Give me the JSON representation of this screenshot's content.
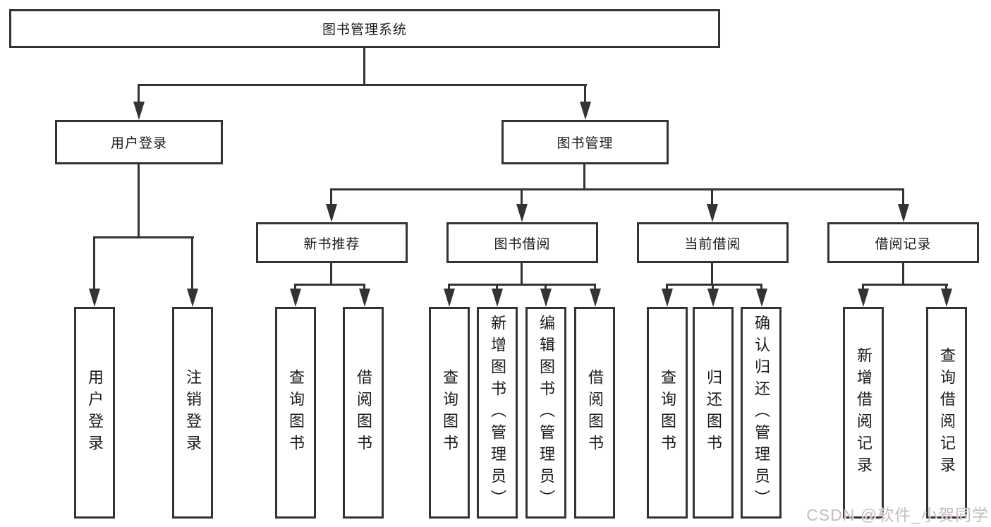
{
  "diagram": {
    "root": {
      "label": "图书管理系统"
    },
    "children": [
      {
        "label": "用户登录",
        "children": [
          {
            "label": "用户登录"
          },
          {
            "label": "注销登录"
          }
        ]
      },
      {
        "label": "图书管理",
        "children": [
          {
            "label": "新书推荐",
            "children": [
              {
                "label": "查询图书"
              },
              {
                "label": "借阅图书"
              }
            ]
          },
          {
            "label": "图书借阅",
            "children": [
              {
                "label": "查询图书"
              },
              {
                "label": "新增图书（管理员）"
              },
              {
                "label": "编辑图书（管理员）"
              },
              {
                "label": "借阅图书"
              }
            ]
          },
          {
            "label": "当前借阅",
            "children": [
              {
                "label": "查询图书"
              },
              {
                "label": "归还图书"
              },
              {
                "label": "确认归还（管理员）"
              }
            ]
          },
          {
            "label": "借阅记录",
            "children": [
              {
                "label": "新增借阅记录"
              },
              {
                "label": "查询借阅记录"
              }
            ]
          }
        ]
      }
    ]
  },
  "watermark": {
    "text": "CSDN @软件_小贺同学"
  },
  "colors": {
    "line": "#333333",
    "text": "#1b1b1b",
    "background": "#ffffff",
    "watermark": "#c9bcbc"
  }
}
